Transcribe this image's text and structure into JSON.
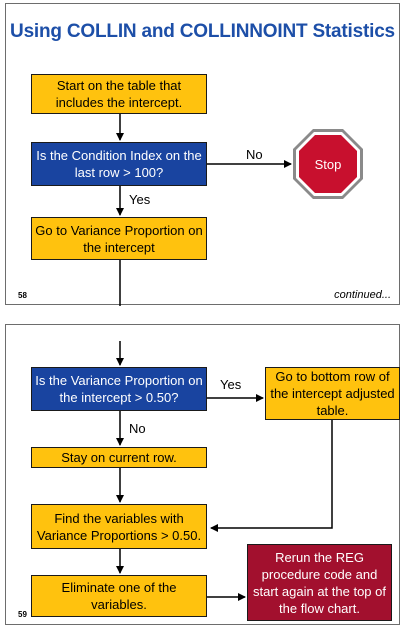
{
  "slide1": {
    "title": "Using COLLIN and COLLINNOINT Statistics",
    "start_box": "Start on the table that includes the intercept.",
    "condition_box": "Is the Condition Index on the last row > 100?",
    "no_label": "No",
    "stop_label": "Stop",
    "yes_label": "Yes",
    "variance_box": "Go to Variance Proportion on the intercept",
    "page_number": "58",
    "continued": "continued..."
  },
  "slide2": {
    "vp_question_box": "Is the Variance Proportion on the intercept > 0.50?",
    "yes_label": "Yes",
    "bottom_row_box": "Go to bottom row of the intercept adjusted table.",
    "no_label": "No",
    "stay_box": "Stay on current row.",
    "find_box": "Find the variables with Variance Proportions > 0.50.",
    "eliminate_box": "Eliminate one of the variables.",
    "rerun_box": "Rerun the REG procedure code and start again at the top of the flow chart.",
    "page_number": "59"
  },
  "colors": {
    "title": "#1d4fa8",
    "yellow_box": "#ffc20e",
    "blue_box": "#1944a0",
    "stop_sign": "#c8102e",
    "rerun_box": "#a2102e"
  }
}
